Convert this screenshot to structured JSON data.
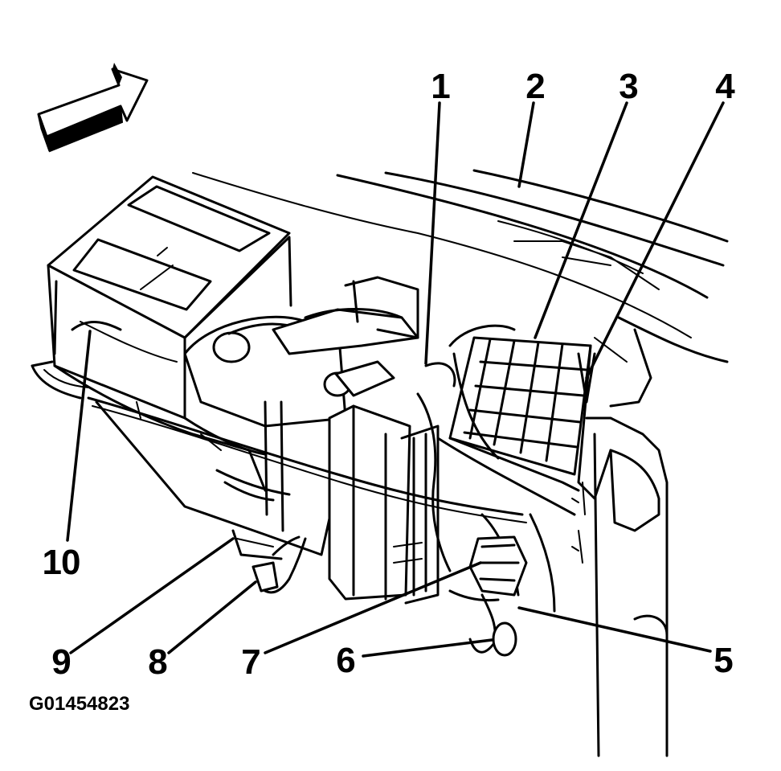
{
  "figure_code": "G01454823",
  "callouts": [
    {
      "id": "1",
      "label": "1"
    },
    {
      "id": "2",
      "label": "2"
    },
    {
      "id": "3",
      "label": "3"
    },
    {
      "id": "4",
      "label": "4"
    },
    {
      "id": "5",
      "label": "5"
    },
    {
      "id": "6",
      "label": "6"
    },
    {
      "id": "7",
      "label": "7"
    },
    {
      "id": "8",
      "label": "8"
    },
    {
      "id": "9",
      "label": "9"
    },
    {
      "id": "10",
      "label": "10"
    }
  ],
  "colors": {
    "line": "#000000",
    "background": "#ffffff"
  }
}
